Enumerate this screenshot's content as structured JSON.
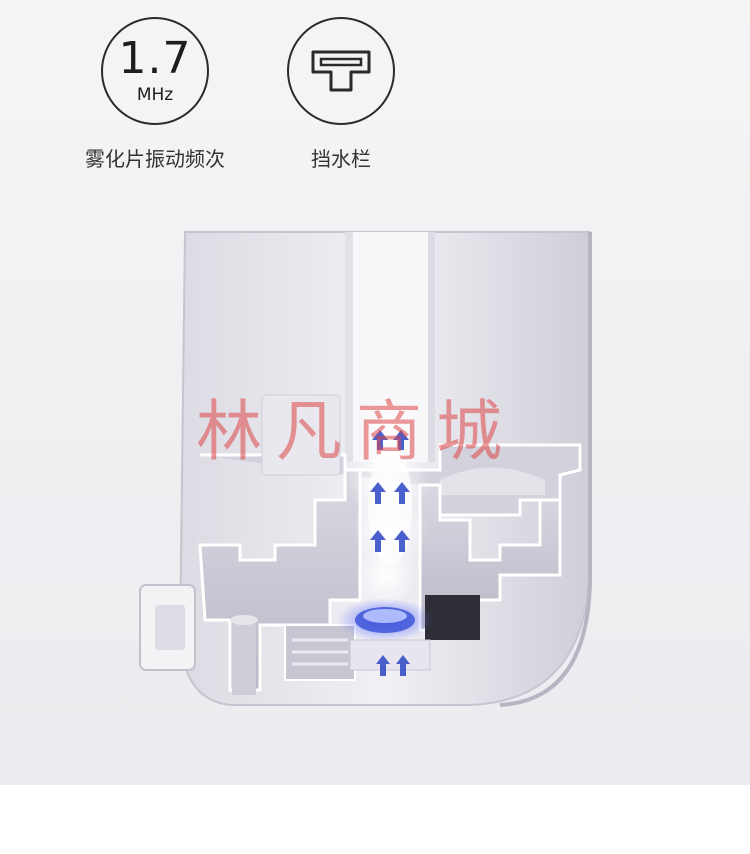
{
  "features": [
    {
      "value": "1.7",
      "unit": "MHz",
      "label": "雾化片振动频次",
      "icon": "frequency-badge"
    },
    {
      "label": "挡水栏",
      "icon": "water-barrier-icon"
    }
  ],
  "watermark": {
    "text": "林凡商城"
  },
  "colors": {
    "outline": "#2a2a2a",
    "mist_arrow": "#3a53c9",
    "watermark": "#dc4646"
  }
}
